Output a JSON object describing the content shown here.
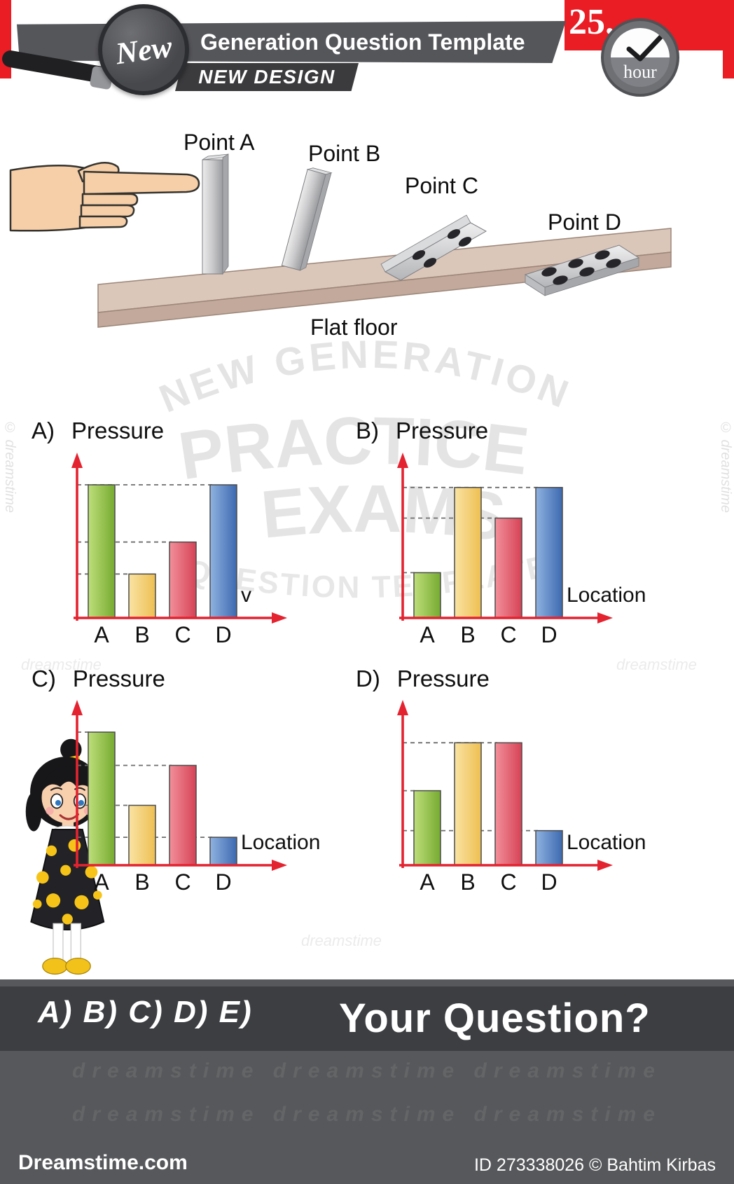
{
  "header": {
    "new_badge": "New",
    "title": "Generation Question Template",
    "subtitle": "NEW DESIGN",
    "lesson_number": "25.",
    "lesson_unit": "hour"
  },
  "scene": {
    "point_a": "Point A",
    "point_b": "Point B",
    "point_c": "Point C",
    "point_d": "Point D",
    "floor_label": "Flat floor"
  },
  "chart_data": [
    {
      "type": "bar",
      "panel": "A)",
      "ylabel": "Pressure",
      "xlabel": "v",
      "categories": [
        "A",
        "B",
        "C",
        "D"
      ],
      "values": [
        100,
        33,
        57,
        100
      ],
      "ylim": [
        0,
        110
      ],
      "grid": "dashed lines at bar tops",
      "legend": "none",
      "bar_colors": [
        "#8bc140",
        "#f0c863",
        "#e25563",
        "#4a79bb"
      ]
    },
    {
      "type": "bar",
      "panel": "B)",
      "ylabel": "Pressure",
      "xlabel": "Location",
      "categories": [
        "A",
        "B",
        "C",
        "D"
      ],
      "values": [
        34,
        98,
        75,
        98
      ],
      "ylim": [
        0,
        110
      ],
      "grid": "dashed lines at bar tops",
      "legend": "none",
      "bar_colors": [
        "#8bc140",
        "#f0c863",
        "#e25563",
        "#4a79bb"
      ]
    },
    {
      "type": "bar",
      "panel": "C)",
      "ylabel": "Pressure",
      "xlabel": "Location",
      "categories": [
        "A",
        "B",
        "C",
        "D"
      ],
      "values": [
        100,
        45,
        75,
        21
      ],
      "ylim": [
        0,
        110
      ],
      "grid": "dashed lines at bar tops",
      "legend": "none",
      "bar_colors": [
        "#8bc140",
        "#f0c863",
        "#e25563",
        "#4a79bb"
      ]
    },
    {
      "type": "bar",
      "panel": "D)",
      "ylabel": "Pressure",
      "xlabel": "Location",
      "categories": [
        "A",
        "B",
        "C",
        "D"
      ],
      "values": [
        56,
        92,
        92,
        26
      ],
      "ylim": [
        0,
        110
      ],
      "grid": "dashed lines at bar tops",
      "legend": "none",
      "bar_colors": [
        "#8bc140",
        "#f0c863",
        "#e25563",
        "#4a79bb"
      ]
    }
  ],
  "style": {
    "accent_red": "#ea1c24",
    "axis_red": "#e42330",
    "bar_gradients": [
      [
        "#bede7b",
        "#76ab30"
      ],
      [
        "#f9e3a3",
        "#eebf52"
      ],
      [
        "#f2909a",
        "#d64256"
      ],
      [
        "#8fb2e0",
        "#3d69b0"
      ]
    ]
  },
  "footer": {
    "options_label": "A) B) C) D) E)",
    "question_label": "Your Question?",
    "site": "Dreamstime.com",
    "credit": "ID 273338026 © Bahtim Kirbas"
  },
  "watermark": {
    "arc_top": "NEW GENERATION",
    "arc_mid1": "PRACTICE",
    "arc_mid2": "EXAMS",
    "arc_bottom": "QUESTION TEMPLATE",
    "word": "dreamstime",
    "copyright": "© dreamstime",
    "row": "dreamstime        dreamstime        dreamstime"
  }
}
